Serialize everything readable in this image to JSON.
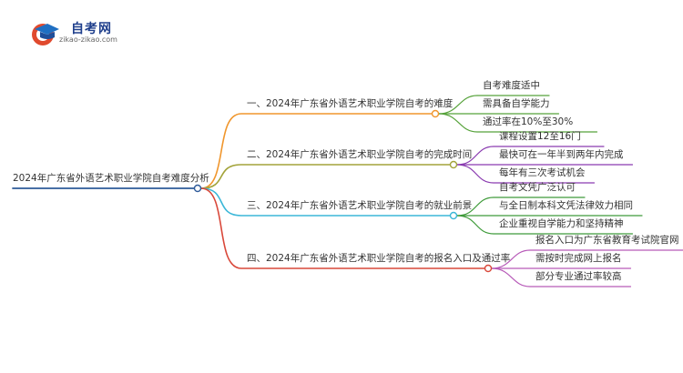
{
  "logo": {
    "title": "自考网",
    "url": "zikao-zikao.com"
  },
  "mindmap": {
    "root": "2024年广东省外语艺术职业学院自考难度分析",
    "branches": [
      {
        "label": "一、2024年广东省外语艺术职业学院自考的难度",
        "color": "#f0962d",
        "leaf_color": "#56a23a",
        "leaves": [
          "自考难度适中",
          "需具备自学能力",
          "通过率在10%至30%"
        ]
      },
      {
        "label": "二、2024年广东省外语艺术职业学院自考的完成时间",
        "color": "#a3a33a",
        "leaf_color": "#8a3bb0",
        "leaves": [
          "课程设置12至16门",
          "最快可在一年半到两年内完成",
          "每年有三次考试机会"
        ]
      },
      {
        "label": "三、2024年广东省外语艺术职业学院自考的就业前景",
        "color": "#3bb7d8",
        "leaf_color": "#3f9b3a",
        "leaves": [
          "自考文凭广泛认可",
          "与全日制本科文凭法律效力相同",
          "企业重视自学能力和坚持精神"
        ]
      },
      {
        "label": "四、2024年广东省外语艺术职业学院自考的报名入口及通过率",
        "color": "#d9483a",
        "leaf_color": "#b75ab8",
        "leaves": [
          "报名入口为广东省教育考试院官网",
          "需按时完成网上报名",
          "部分专业通过率较高"
        ]
      }
    ],
    "root_color": "#2f5b9a"
  }
}
